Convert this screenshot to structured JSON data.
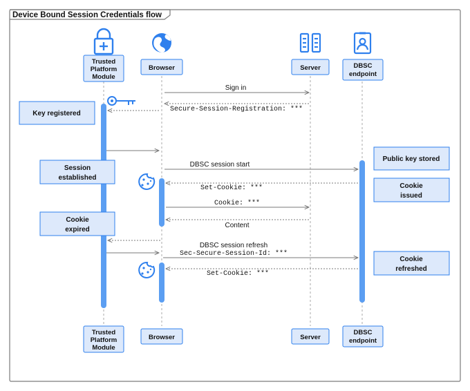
{
  "title": "Device Bound Session Credentials flow",
  "participants": {
    "tpm": {
      "label": [
        "Trusted",
        "Platform",
        "Module"
      ],
      "icon": "lock-icon"
    },
    "browser": {
      "label": [
        "Browser"
      ],
      "icon": "globe-icon"
    },
    "server": {
      "label": [
        "Server"
      ],
      "icon": "server-icon"
    },
    "dbsc": {
      "label": [
        "DBSC",
        "endpoint"
      ],
      "icon": "id-badge-icon"
    }
  },
  "messages": {
    "sign_in": "Sign in",
    "registration": "Secure-Session-Registration: ***",
    "session_start": "DBSC session start",
    "set_cookie_1": "Set-Cookie: ***",
    "cookie": "Cookie: ***",
    "content": "Content",
    "refresh_title": "DBSC session refresh",
    "refresh_header": "Sec-Secure-Session-Id: ***",
    "set_cookie_2": "Set-Cookie: ***"
  },
  "notes": {
    "key_registered": [
      "Key registered"
    ],
    "session_established": [
      "Session",
      "established"
    ],
    "cookie_expired": [
      "Cookie",
      "expired"
    ],
    "public_key_stored": [
      "Public key stored"
    ],
    "cookie_issued": [
      "Cookie",
      "issued"
    ],
    "cookie_refreshed": [
      "Cookie",
      "refreshed"
    ]
  },
  "icons": [
    "key-icon",
    "cookie-icon",
    "cookie-icon"
  ],
  "colors": {
    "accent": "#2f80ed",
    "lifeline_bar": "#5b9ef2",
    "box_fill": "#dde9fb",
    "box_stroke": "#2f80ed",
    "text": "#111111",
    "frame": "#7a7a7a"
  }
}
